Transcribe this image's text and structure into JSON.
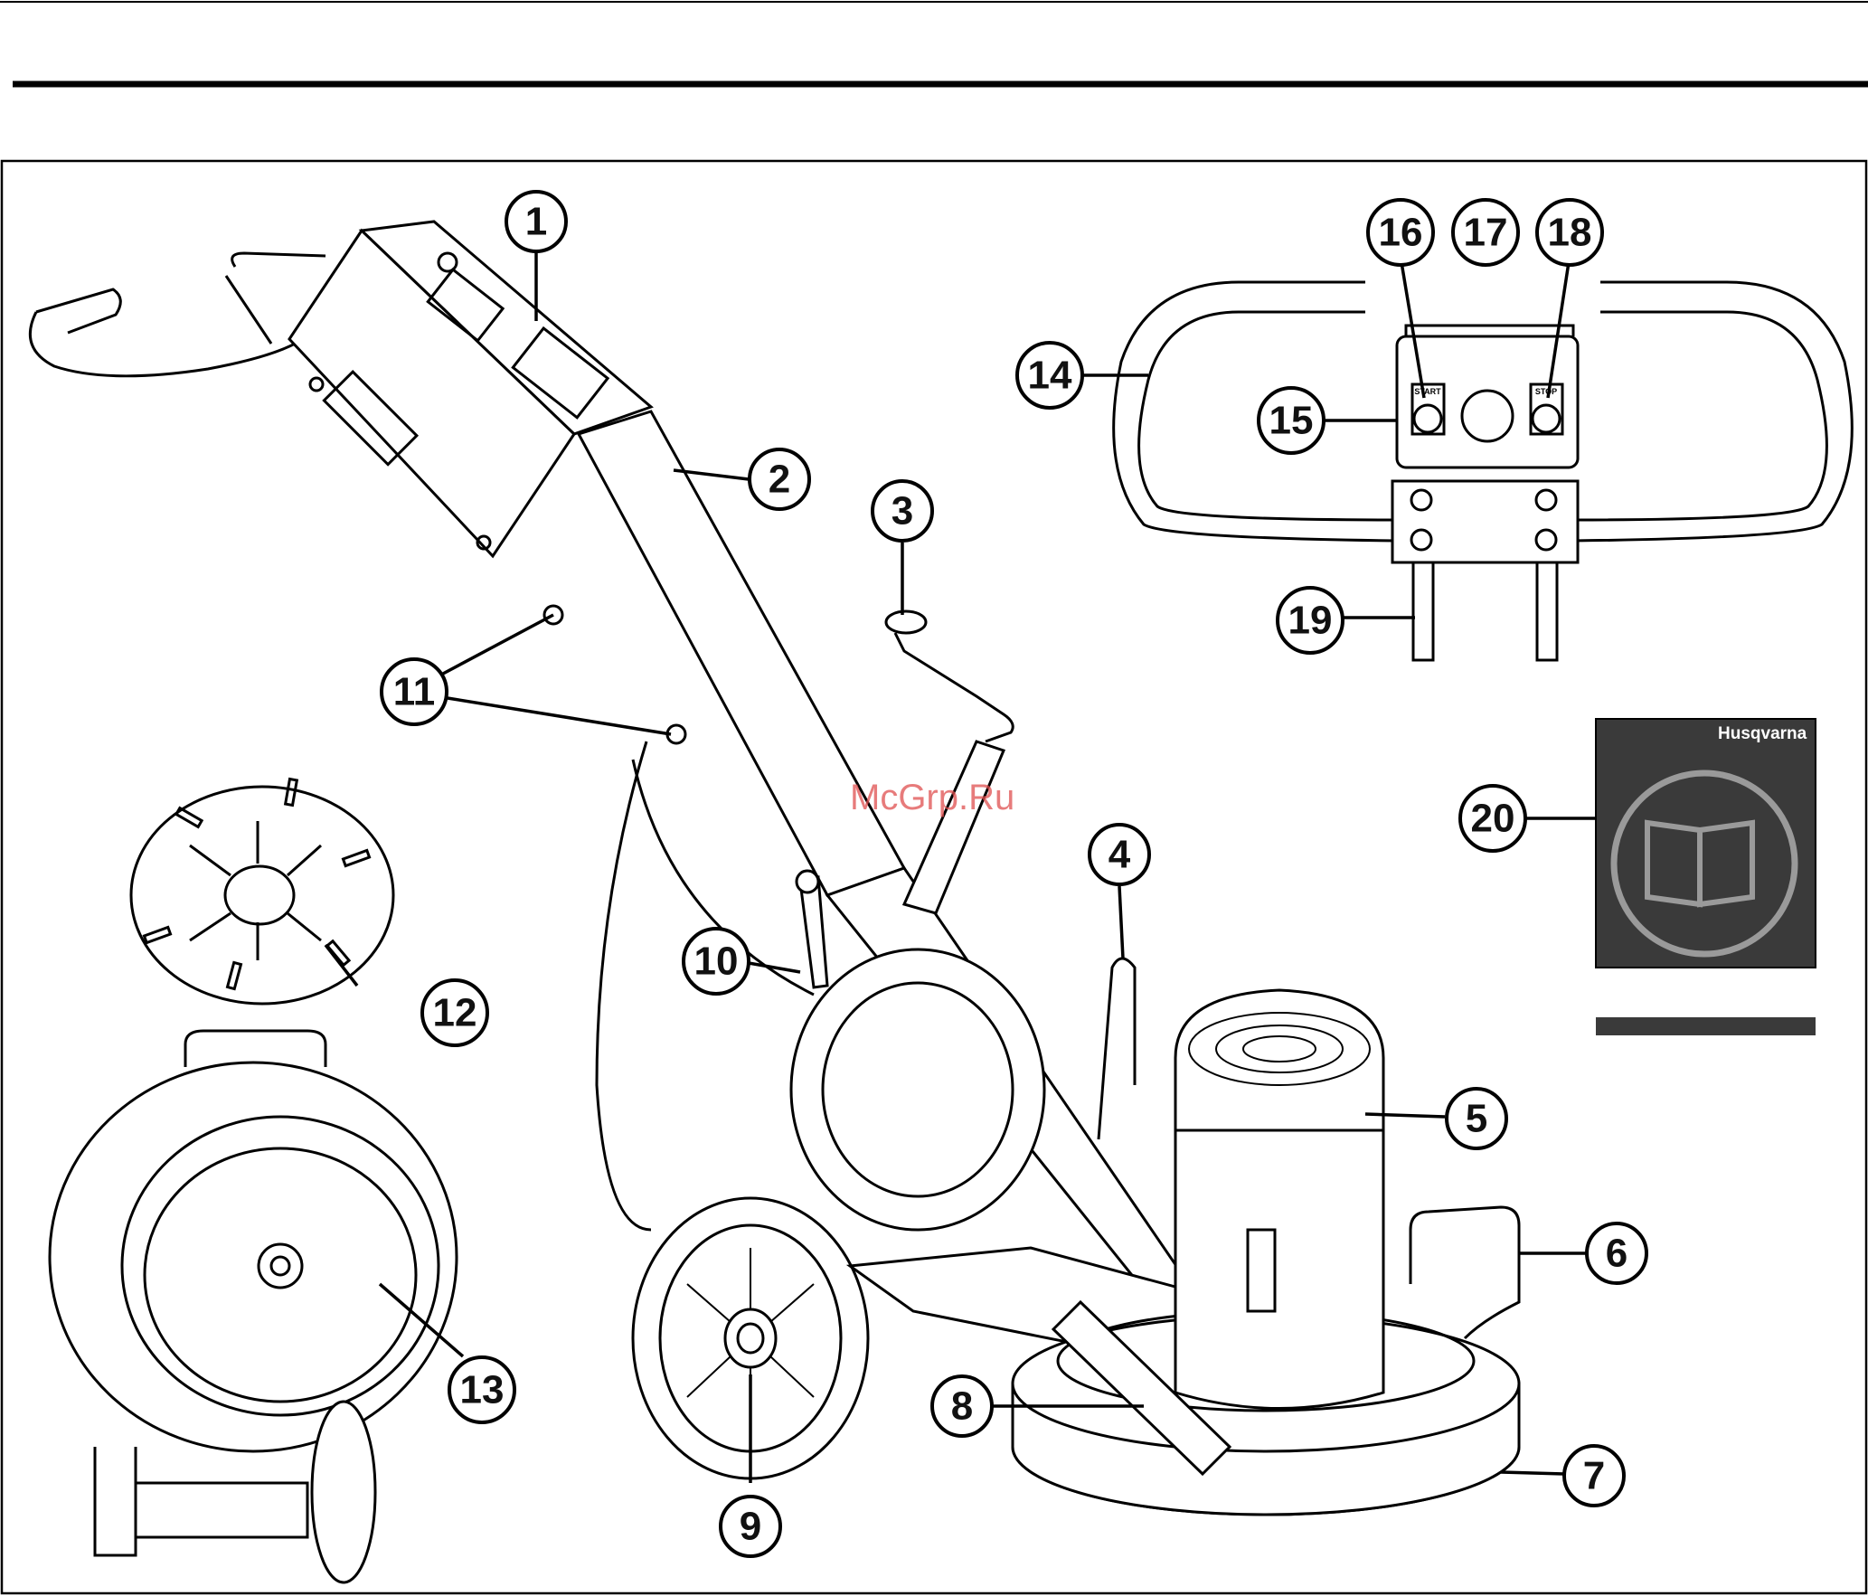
{
  "watermark": "McGrp.Ru",
  "brand": "Husqvarna",
  "control_panel": {
    "start_label": "START",
    "stop_label": "STOP"
  },
  "callouts": [
    "1",
    "2",
    "3",
    "4",
    "5",
    "6",
    "7",
    "8",
    "9",
    "10",
    "11",
    "12",
    "13",
    "14",
    "15",
    "16",
    "17",
    "18",
    "19",
    "20"
  ],
  "colors": {
    "line": "#000000",
    "manual_cover": "#3a3a3a",
    "watermark": "#e05050"
  }
}
